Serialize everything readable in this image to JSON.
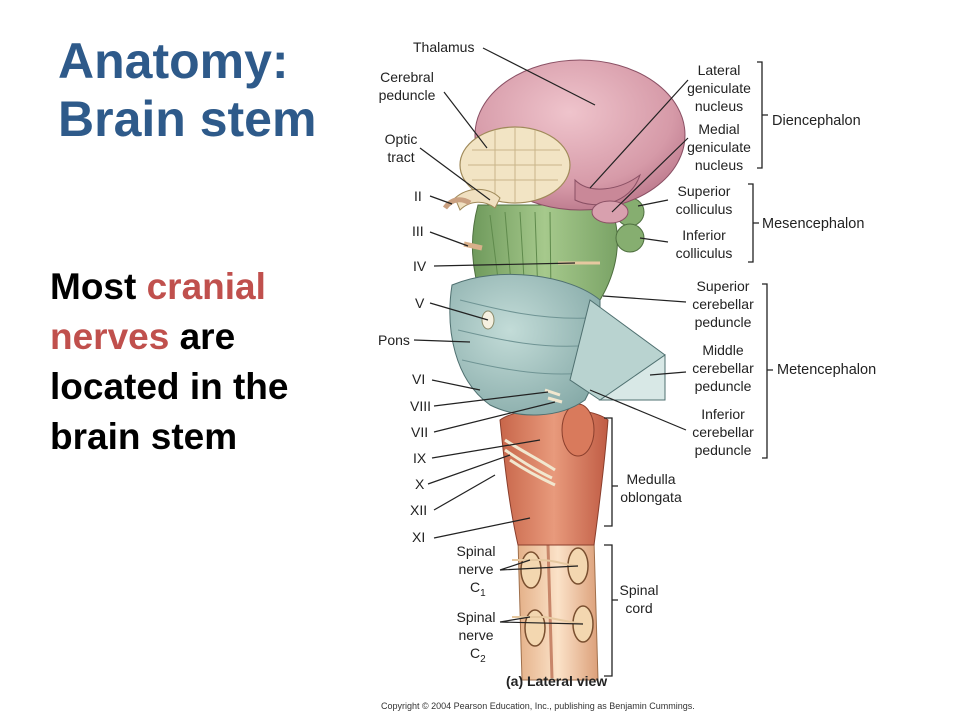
{
  "slide": {
    "title_line1": "Anatomy:",
    "title_line2": "Brain stem",
    "body": {
      "part1": "Most ",
      "highlight": "cranial nerves",
      "part2": " are located in the brain stem"
    }
  },
  "diagram": {
    "left_labels": {
      "thalamus": "Thalamus",
      "cerebral_peduncle": [
        "Cerebral",
        "peduncle"
      ],
      "optic_tract": [
        "Optic",
        "tract"
      ],
      "ii": "II",
      "iii": "III",
      "iv": "IV",
      "v": "V",
      "pons": "Pons",
      "vi": "VI",
      "viii": "VIII",
      "vii": "VII",
      "ix": "IX",
      "x": "X",
      "xii": "XII",
      "xi": "XI",
      "spinal_nerve_c1": [
        "Spinal",
        "nerve",
        "C",
        "1"
      ],
      "spinal_nerve_c2": [
        "Spinal",
        "nerve",
        "C",
        "2"
      ]
    },
    "right_labels": {
      "lateral_geniculate": [
        "Lateral",
        "geniculate",
        "nucleus"
      ],
      "medial_geniculate": [
        "Medial",
        "geniculate",
        "nucleus"
      ],
      "superior_colliculus": [
        "Superior",
        "colliculus"
      ],
      "inferior_colliculus": [
        "Inferior",
        "colliculus"
      ],
      "superior_cerebellar": [
        "Superior",
        "cerebellar",
        "peduncle"
      ],
      "middle_cerebellar": [
        "Middle",
        "cerebellar",
        "peduncle"
      ],
      "inferior_cerebellar": [
        "Inferior",
        "cerebellar",
        "peduncle"
      ],
      "medulla": [
        "Medulla",
        "oblongata"
      ],
      "spinal_cord": [
        "Spinal",
        "cord"
      ]
    },
    "groups": {
      "diencephalon": "Diencephalon",
      "mesencephalon": "Mesencephalon",
      "metencephalon": "Metencephalon"
    },
    "caption": "(a) Lateral view",
    "copyright": "Copyright © 2004 Pearson Education, Inc., publishing as Benjamin Cummings."
  },
  "colors": {
    "title": "#2e5a8a",
    "highlight": "#c0504d",
    "thalamus": "#d69aa8",
    "midbrain": "#8fb877",
    "pons": "#9fbfbf",
    "medulla": "#d98060",
    "spinal_cord": "#f0c8a0"
  }
}
